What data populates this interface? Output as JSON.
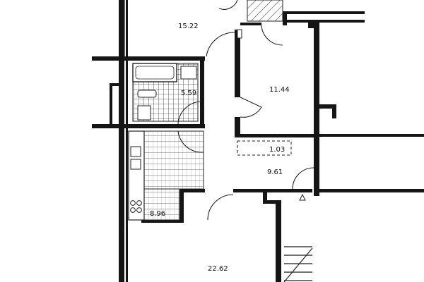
{
  "rooms": [
    {
      "id": "living-north",
      "area": "15.22"
    },
    {
      "id": "bath",
      "area": "5.59"
    },
    {
      "id": "bedroom",
      "area": "11.44"
    },
    {
      "id": "storage",
      "area": "1.03"
    },
    {
      "id": "hall",
      "area": "9.61"
    },
    {
      "id": "kitchen",
      "area": "8.96"
    },
    {
      "id": "living-south",
      "area": "22.62"
    }
  ]
}
